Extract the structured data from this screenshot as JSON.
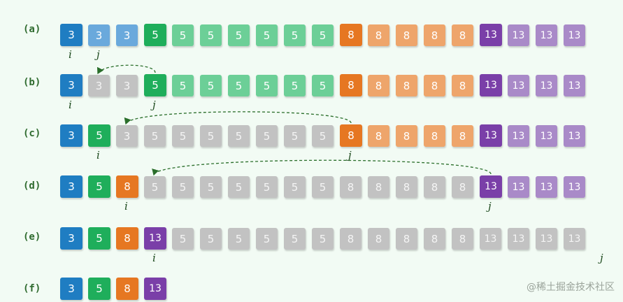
{
  "colors": {
    "blue": "#1f7dc2",
    "blue_light": "#6aa9dc",
    "green": "#1fae5b",
    "green_light": "#6ccf97",
    "orange": "#e67722",
    "orange_light": "#eea56b",
    "purple": "#7a3fa8",
    "purple_light": "#a98ac8",
    "gray": "#c2c2c2",
    "label": "#2f6b2f",
    "arrow": "#2a6e2a"
  },
  "rows": [
    {
      "label": "(a)",
      "cells": [
        {
          "v": "3",
          "c": "blue"
        },
        {
          "v": "3",
          "c": "blue_light"
        },
        {
          "v": "3",
          "c": "blue_light"
        },
        {
          "v": "5",
          "c": "green"
        },
        {
          "v": "5",
          "c": "green_light"
        },
        {
          "v": "5",
          "c": "green_light"
        },
        {
          "v": "5",
          "c": "green_light"
        },
        {
          "v": "5",
          "c": "green_light"
        },
        {
          "v": "5",
          "c": "green_light"
        },
        {
          "v": "5",
          "c": "green_light"
        },
        {
          "v": "8",
          "c": "orange"
        },
        {
          "v": "8",
          "c": "orange_light"
        },
        {
          "v": "8",
          "c": "orange_light"
        },
        {
          "v": "8",
          "c": "orange_light"
        },
        {
          "v": "8",
          "c": "orange_light"
        },
        {
          "v": "13",
          "c": "purple"
        },
        {
          "v": "13",
          "c": "purple_light"
        },
        {
          "v": "13",
          "c": "purple_light"
        },
        {
          "v": "13",
          "c": "purple_light"
        }
      ],
      "pointers": [
        {
          "name": "i",
          "index": 0
        },
        {
          "name": "j",
          "index": 1
        }
      ]
    },
    {
      "label": "(b)",
      "cells": [
        {
          "v": "3",
          "c": "blue"
        },
        {
          "v": "3",
          "c": "gray"
        },
        {
          "v": "3",
          "c": "gray"
        },
        {
          "v": "5",
          "c": "green"
        },
        {
          "v": "5",
          "c": "green_light"
        },
        {
          "v": "5",
          "c": "green_light"
        },
        {
          "v": "5",
          "c": "green_light"
        },
        {
          "v": "5",
          "c": "green_light"
        },
        {
          "v": "5",
          "c": "green_light"
        },
        {
          "v": "5",
          "c": "green_light"
        },
        {
          "v": "8",
          "c": "orange"
        },
        {
          "v": "8",
          "c": "orange_light"
        },
        {
          "v": "8",
          "c": "orange_light"
        },
        {
          "v": "8",
          "c": "orange_light"
        },
        {
          "v": "8",
          "c": "orange_light"
        },
        {
          "v": "13",
          "c": "purple"
        },
        {
          "v": "13",
          "c": "purple_light"
        },
        {
          "v": "13",
          "c": "purple_light"
        },
        {
          "v": "13",
          "c": "purple_light"
        }
      ],
      "pointers": [
        {
          "name": "i",
          "index": 0
        },
        {
          "name": "j",
          "index": 3
        }
      ],
      "arrow": {
        "from": 3,
        "to": 1
      }
    },
    {
      "label": "(c)",
      "cells": [
        {
          "v": "3",
          "c": "blue"
        },
        {
          "v": "5",
          "c": "green"
        },
        {
          "v": "3",
          "c": "gray"
        },
        {
          "v": "5",
          "c": "gray"
        },
        {
          "v": "5",
          "c": "gray"
        },
        {
          "v": "5",
          "c": "gray"
        },
        {
          "v": "5",
          "c": "gray"
        },
        {
          "v": "5",
          "c": "gray"
        },
        {
          "v": "5",
          "c": "gray"
        },
        {
          "v": "5",
          "c": "gray"
        },
        {
          "v": "8",
          "c": "orange"
        },
        {
          "v": "8",
          "c": "orange_light"
        },
        {
          "v": "8",
          "c": "orange_light"
        },
        {
          "v": "8",
          "c": "orange_light"
        },
        {
          "v": "8",
          "c": "orange_light"
        },
        {
          "v": "13",
          "c": "purple"
        },
        {
          "v": "13",
          "c": "purple_light"
        },
        {
          "v": "13",
          "c": "purple_light"
        },
        {
          "v": "13",
          "c": "purple_light"
        }
      ],
      "pointers": [
        {
          "name": "i",
          "index": 1
        },
        {
          "name": "j",
          "index": 10
        }
      ],
      "arrow": {
        "from": 10,
        "to": 2
      }
    },
    {
      "label": "(d)",
      "cells": [
        {
          "v": "3",
          "c": "blue"
        },
        {
          "v": "5",
          "c": "green"
        },
        {
          "v": "8",
          "c": "orange"
        },
        {
          "v": "5",
          "c": "gray"
        },
        {
          "v": "5",
          "c": "gray"
        },
        {
          "v": "5",
          "c": "gray"
        },
        {
          "v": "5",
          "c": "gray"
        },
        {
          "v": "5",
          "c": "gray"
        },
        {
          "v": "5",
          "c": "gray"
        },
        {
          "v": "5",
          "c": "gray"
        },
        {
          "v": "8",
          "c": "gray"
        },
        {
          "v": "8",
          "c": "gray"
        },
        {
          "v": "8",
          "c": "gray"
        },
        {
          "v": "8",
          "c": "gray"
        },
        {
          "v": "8",
          "c": "gray"
        },
        {
          "v": "13",
          "c": "purple"
        },
        {
          "v": "13",
          "c": "purple_light"
        },
        {
          "v": "13",
          "c": "purple_light"
        },
        {
          "v": "13",
          "c": "purple_light"
        }
      ],
      "pointers": [
        {
          "name": "i",
          "index": 2
        },
        {
          "name": "j",
          "index": 15
        }
      ],
      "arrow": {
        "from": 15,
        "to": 3
      }
    },
    {
      "label": "(e)",
      "cells": [
        {
          "v": "3",
          "c": "blue"
        },
        {
          "v": "5",
          "c": "green"
        },
        {
          "v": "8",
          "c": "orange"
        },
        {
          "v": "13",
          "c": "purple"
        },
        {
          "v": "5",
          "c": "gray"
        },
        {
          "v": "5",
          "c": "gray"
        },
        {
          "v": "5",
          "c": "gray"
        },
        {
          "v": "5",
          "c": "gray"
        },
        {
          "v": "5",
          "c": "gray"
        },
        {
          "v": "5",
          "c": "gray"
        },
        {
          "v": "8",
          "c": "gray"
        },
        {
          "v": "8",
          "c": "gray"
        },
        {
          "v": "8",
          "c": "gray"
        },
        {
          "v": "8",
          "c": "gray"
        },
        {
          "v": "8",
          "c": "gray"
        },
        {
          "v": "13",
          "c": "gray"
        },
        {
          "v": "13",
          "c": "gray"
        },
        {
          "v": "13",
          "c": "gray"
        },
        {
          "v": "13",
          "c": "gray"
        }
      ],
      "pointers": [
        {
          "name": "i",
          "index": 3
        },
        {
          "name": "j",
          "index": 19
        }
      ]
    },
    {
      "label": "(f)",
      "cells": [
        {
          "v": "3",
          "c": "blue"
        },
        {
          "v": "5",
          "c": "green"
        },
        {
          "v": "8",
          "c": "orange"
        },
        {
          "v": "13",
          "c": "purple"
        }
      ],
      "pointers": []
    }
  ],
  "watermark": "@稀土掘金技术社区"
}
